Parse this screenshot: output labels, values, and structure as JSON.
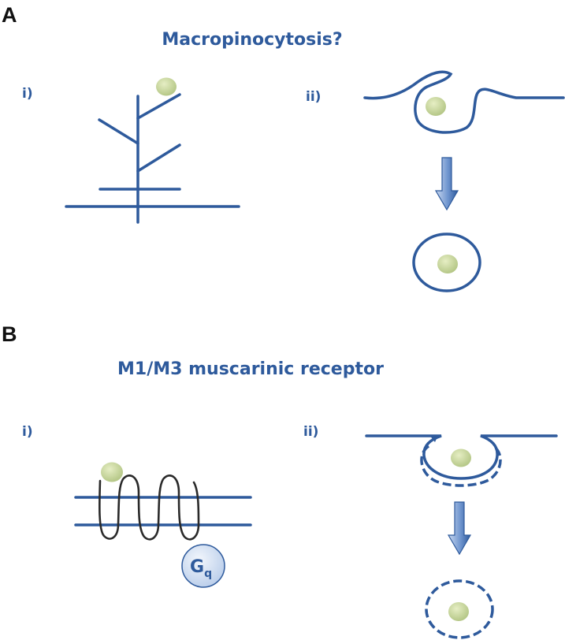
{
  "panels": {
    "a": {
      "letter": "A",
      "title": "Macropinocytosis?",
      "sub_i": "i)",
      "sub_ii": "ii)"
    },
    "b": {
      "letter": "B",
      "title": "M1/M3 muscarinic receptor",
      "sub_i": "i)",
      "sub_ii": "ii)",
      "protein_label": "G",
      "protein_subscript": "q"
    }
  },
  "colors": {
    "membrane": "#2e5a9c",
    "receptor": "#2a2a2a",
    "particle": "#c7d79a",
    "protein_fill": "#d9e5f5",
    "arrow": "#4f7fc2"
  }
}
